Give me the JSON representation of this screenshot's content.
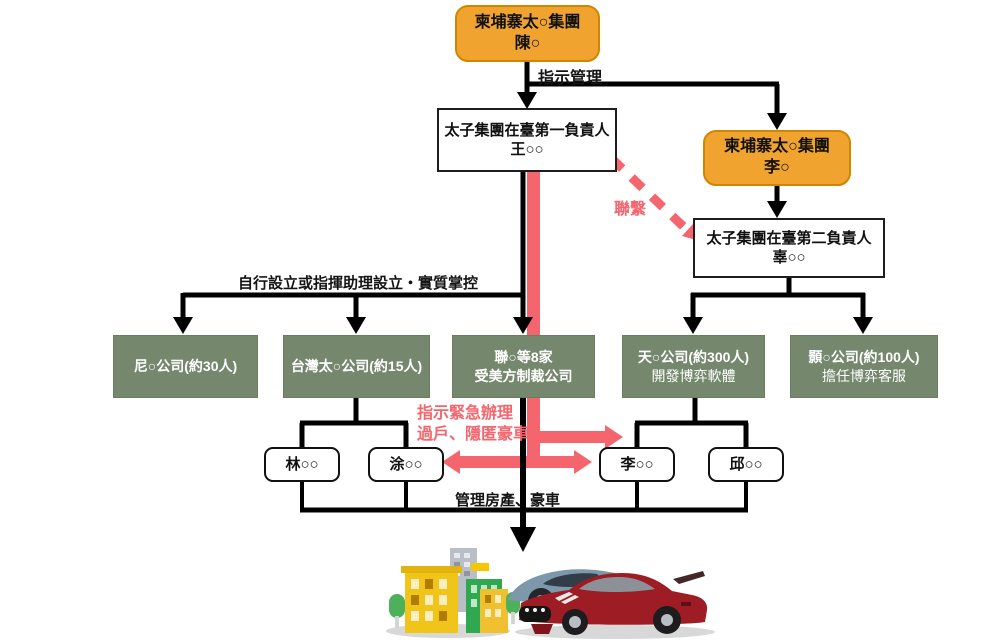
{
  "chart": {
    "group_hq": {
      "line1": "柬埔寨太○集團",
      "line2": "陳○"
    },
    "edge_manage": "指示管理",
    "leader1": {
      "line1": "太子集團在臺第一負責人",
      "line2": "王○○"
    },
    "group_li": {
      "line1": "柬埔寨太○集團",
      "line2": "李○"
    },
    "leader2": {
      "line1": "太子集團在臺第二負責人",
      "line2": "辜○○"
    },
    "edge_contact": "聯繫",
    "edge_setup": "自行設立或指揮助理設立・實質掌控",
    "companies": [
      {
        "line1": "尼○公司(約30人)",
        "line2": ""
      },
      {
        "line1": "台灣太○公司(約15人)",
        "line2": ""
      },
      {
        "line1": "聯○等8家",
        "line2": "受美方制裁公司"
      },
      {
        "line1": "天○公司(約300人)",
        "line2": "開發博弈軟體"
      },
      {
        "line1": "顥○公司(約100人)",
        "line2": "擔任博弈客服"
      }
    ],
    "edge_urgent_line1": "指示緊急辦理",
    "edge_urgent_line2": "過戶、隱匿豪車",
    "assistants": [
      {
        "name": "林○○"
      },
      {
        "name": "涂○○"
      },
      {
        "name": "李○○"
      },
      {
        "name": "邱○○"
      }
    ],
    "edge_assets": "管理房產、豪車",
    "icons": {
      "bottom_left": "buildings-icon",
      "bottom_right": "sports-cars-icon"
    },
    "colors": {
      "orange": "#F0A32F",
      "orange_border": "#CF8600",
      "green": "#75886D",
      "accent_red": "#F4656D",
      "line_black": "#000000"
    }
  }
}
